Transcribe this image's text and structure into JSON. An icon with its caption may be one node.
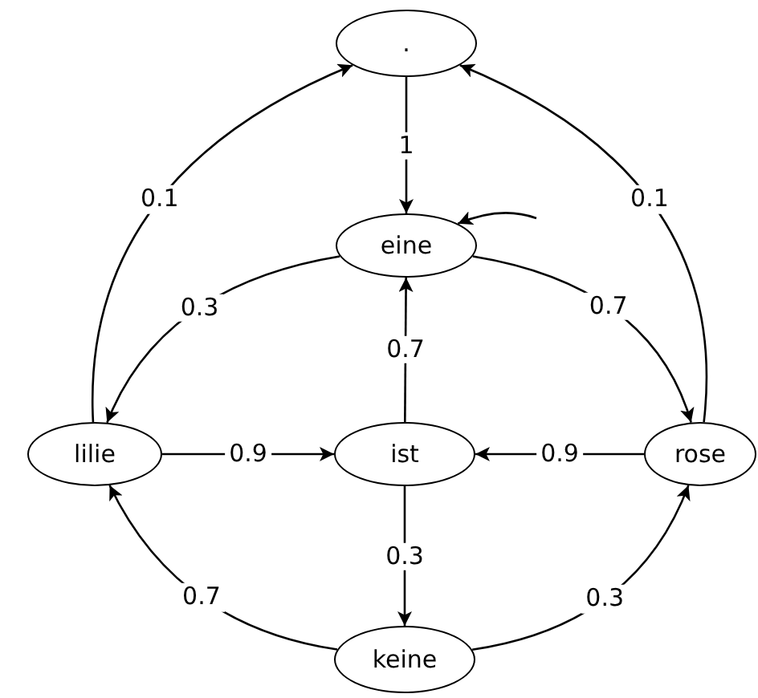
{
  "diagram": {
    "nodes": [
      {
        "text": [
          "."
        ]
      },
      {
        "text": [
          "eine"
        ]
      },
      {
        "text": [
          "lilie"
        ]
      },
      {
        "text": [
          "ist"
        ]
      },
      {
        "text": [
          "rose"
        ]
      },
      {
        "text": [
          "keine"
        ]
      }
    ],
    "edges": [
      {
        "from": 0,
        "to": 1,
        "label": "1",
        "arrow": "to"
      },
      {
        "from": null,
        "to": 1,
        "arrow": "to"
      },
      {
        "from": 1,
        "to": 2,
        "label": "0.3",
        "arrow": "to"
      },
      {
        "from": 1,
        "to": 4,
        "label": "0.7",
        "arrow": "to"
      },
      {
        "from": 3,
        "to": 1,
        "label": "0.7",
        "arrow": "to"
      },
      {
        "from": 2,
        "to": 3,
        "label": "0.9",
        "arrow": "to"
      },
      {
        "from": 4,
        "to": 3,
        "label": "0.9",
        "arrow": "to"
      },
      {
        "from": 3,
        "to": 5,
        "label": "0.3",
        "arrow": "to"
      },
      {
        "from": 5,
        "to": 2,
        "label": "0.7",
        "arrow": "to"
      },
      {
        "from": 5,
        "to": 4,
        "label": "0.3",
        "arrow": "to"
      },
      {
        "from": 2,
        "to": 0,
        "label": "0.1",
        "arrow": "to"
      },
      {
        "from": 4,
        "to": 0,
        "label": "0.1",
        "arrow": "to"
      }
    ]
  }
}
